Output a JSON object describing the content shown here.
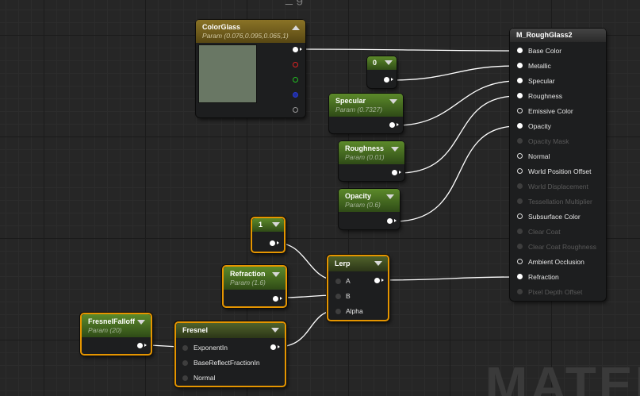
{
  "editor": {
    "title_fragment": "_ g",
    "watermark": "MATERI"
  },
  "colors": {
    "wire": "#ffffff",
    "selection": "#e59500",
    "vector_param_header": "#8a7326",
    "scalar_param_header": "#5c8a2a",
    "constant_header": "#5c8a2a",
    "function_header": "#50622a",
    "result_header": "#444444",
    "preview_swatch": "#697764"
  },
  "nodes": {
    "colorglass": {
      "title": "ColorGlass",
      "subtitle": "Param (0.076,0.095,0.065,1)",
      "icons": [
        "collapse-up-icon",
        "white-pin-icon",
        "red-pin-icon",
        "green-pin-icon",
        "blue-pin-icon",
        "alpha-pin-icon"
      ]
    },
    "const0": {
      "title": "0"
    },
    "specular": {
      "title": "Specular",
      "subtitle": "Param (0.7327)"
    },
    "roughness": {
      "title": "Roughness",
      "subtitle": "Param (0.01)"
    },
    "opacity": {
      "title": "Opacity",
      "subtitle": "Param (0.6)"
    },
    "const1": {
      "title": "1"
    },
    "refraction": {
      "title": "Refraction",
      "subtitle": "Param (1.6)"
    },
    "lerp": {
      "title": "Lerp",
      "inputs": [
        "A",
        "B",
        "Alpha"
      ]
    },
    "fresnelfalloff": {
      "title": "FresnelFalloff",
      "subtitle": "Param (20)"
    },
    "fresnel": {
      "title": "Fresnel",
      "inputs": [
        "ExponentIn",
        "BaseReflectFractionIn",
        "Normal"
      ]
    },
    "material": {
      "title": "M_RoughGlass2",
      "inputs": [
        {
          "label": "Base Color",
          "enabled": true
        },
        {
          "label": "Metallic",
          "enabled": true
        },
        {
          "label": "Specular",
          "enabled": true
        },
        {
          "label": "Roughness",
          "enabled": true
        },
        {
          "label": "Emissive Color",
          "enabled": true
        },
        {
          "label": "Opacity",
          "enabled": true
        },
        {
          "label": "Opacity Mask",
          "enabled": false
        },
        {
          "label": "Normal",
          "enabled": true
        },
        {
          "label": "World Position Offset",
          "enabled": true
        },
        {
          "label": "World Displacement",
          "enabled": false
        },
        {
          "label": "Tessellation Multiplier",
          "enabled": false
        },
        {
          "label": "Subsurface Color",
          "enabled": true
        },
        {
          "label": "Clear Coat",
          "enabled": false
        },
        {
          "label": "Clear Coat Roughness",
          "enabled": false
        },
        {
          "label": "Ambient Occlusion",
          "enabled": true
        },
        {
          "label": "Refraction",
          "enabled": true
        },
        {
          "label": "Pixel Depth Offset",
          "enabled": false
        }
      ]
    }
  }
}
